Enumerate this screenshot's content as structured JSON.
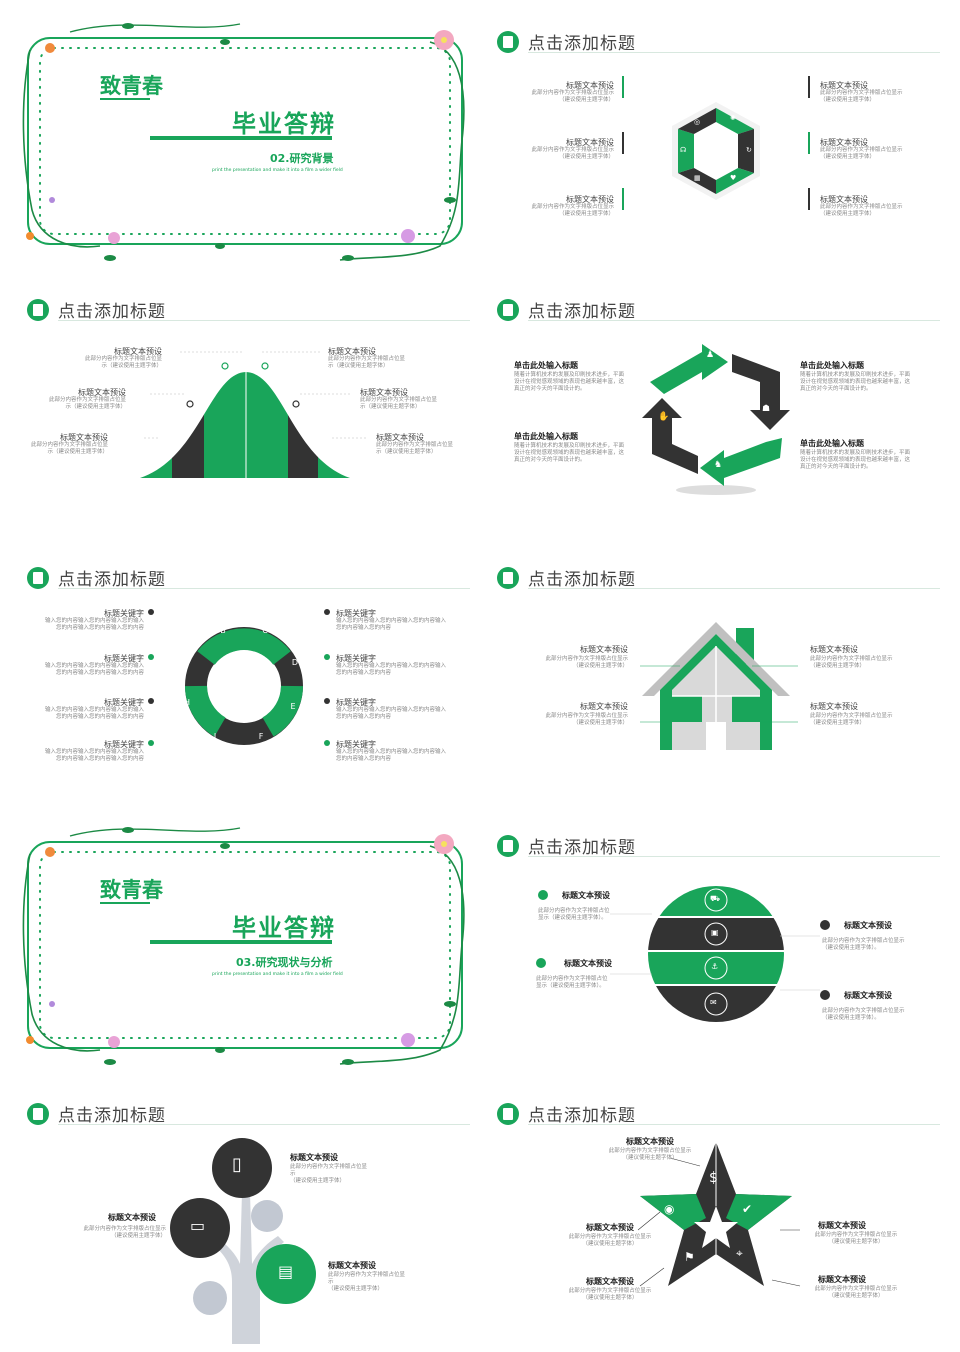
{
  "cover1": {
    "brand": "致青春",
    "title": "毕业答辩",
    "subtitle": "02.研究背景",
    "tagline": "print the presentation and make it into a film a wider field"
  },
  "cover2": {
    "brand": "致青春",
    "title": "毕业答辩",
    "subtitle": "03.研究现状与分析",
    "tagline": "print the presentation and make it into a film a wider field"
  },
  "header_title": "点击添加标题",
  "hexagon": {
    "items": [
      {
        "title": "标题文本预设",
        "desc": "此部分内容作为文字排版占位显示\n（建议使用主题字体）"
      },
      {
        "title": "标题文本预设",
        "desc": "此部分内容作为文字排版占位显示\n（建议使用主题字体）"
      },
      {
        "title": "标题文本预设",
        "desc": "此部分内容作为文字排版占位显示\n（建议使用主题字体）"
      },
      {
        "title": "标题文本预设",
        "desc": "此部分内容作为文字排版占位显示\n（建议使用主题字体）"
      },
      {
        "title": "标题文本预设",
        "desc": "此部分内容作为文字排版占位显示\n（建议使用主题字体）"
      },
      {
        "title": "标题文本预设",
        "desc": "此部分内容作为文字排版占位显示\n（建议使用主题字体）"
      }
    ]
  },
  "bell": {
    "items": [
      {
        "title": "标题文本预设",
        "desc": "此部分内容作为文字排版占位显\n示（建议使用主题字体）"
      },
      {
        "title": "标题文本预设",
        "desc": "此部分内容作为文字排版占位显\n示（建议使用主题字体）"
      },
      {
        "title": "标题文本预设",
        "desc": "此部分内容作为文字排版占位显\n示（建议使用主题字体）"
      },
      {
        "title": "标题文本预设",
        "desc": "此部分内容作为文字排版占位显\n示（建议使用主题字体）"
      },
      {
        "title": "标题文本预设",
        "desc": "此部分内容作为文字排版占位显\n示（建议使用主题字体）"
      },
      {
        "title": "标题文本预设",
        "desc": "此部分内容作为文字排版占位显\n示（建议使用主题字体）"
      }
    ]
  },
  "cycle": {
    "items": [
      {
        "title": "单击此处输入标题",
        "desc": "随着计算机技术的发展及印刷技术进步，平面\n设计在视觉感观领域的表现也越来越丰富，这\n真正的对今天的平面设计的。"
      },
      {
        "title": "单击此处输入标题",
        "desc": "随着计算机技术的发展及印刷技术进步，平面\n设计在视觉感观领域的表现也越来越丰富，这\n真正的对今天的平面设计的。"
      },
      {
        "title": "单击此处输入标题",
        "desc": "随着计算机技术的发展及印刷技术进步，平面\n设计在视觉感观领域的表现也越来越丰富，这\n真正的对今天的平面设计的。"
      },
      {
        "title": "单击此处输入标题",
        "desc": "随着计算机技术的发展及印刷技术进步，平面\n设计在视觉感观领域的表现也越来越丰富，这\n真正的对今天的平面设计的。"
      }
    ]
  },
  "chain": {
    "letters": [
      "A",
      "B",
      "C",
      "D",
      "E",
      "F",
      "J",
      "H"
    ],
    "items": [
      {
        "title": "标题关键字",
        "desc": "输入您的内容输入您的内容输入您的输入\n您的内容输入您的内容输入您的内容"
      },
      {
        "title": "标题关键字",
        "desc": "输入您的内容输入您的内容输入您的输入\n您的内容输入您的内容输入您的内容"
      },
      {
        "title": "标题关键字",
        "desc": "输入您的内容输入您的内容输入您的输入\n您的内容输入您的内容输入您的内容"
      },
      {
        "title": "标题关键字",
        "desc": "输入您的内容输入您的内容输入您的输入\n您的内容输入您的内容输入您的内容"
      },
      {
        "title": "标题关键字",
        "desc": "输入您的内容输入您的内容输入您的内容输入\n您的内容输入您的内容"
      },
      {
        "title": "标题关键字",
        "desc": "输入您的内容输入您的内容输入您的内容输入\n您的内容输入您的内容"
      },
      {
        "title": "标题关键字",
        "desc": "输入您的内容输入您的内容输入您的内容输入\n您的内容输入您的内容"
      },
      {
        "title": "标题关键字",
        "desc": "输入您的内容输入您的内容输入您的内容输入\n您的内容输入您的内容"
      }
    ]
  },
  "house": {
    "items": [
      {
        "title": "标题文本预设",
        "desc": "此部分内容作为文字排版占位显示\n（建议使用主题字体）"
      },
      {
        "title": "标题文本预设",
        "desc": "此部分内容作为文字排版占位显示\n（建议使用主题字体）"
      },
      {
        "title": "标题文本预设",
        "desc": "此部分内容作为文字排版占位显示\n（建议使用主题字体）"
      },
      {
        "title": "标题文本预设",
        "desc": "此部分内容作为文字排版占位显示\n（建议使用主题字体）"
      }
    ]
  },
  "stripes": {
    "items": [
      {
        "title": "标题文本预设",
        "desc": "此部分内容作为文字排版占位\n显示（建议使用主题字体）。"
      },
      {
        "title": "标题文本预设",
        "desc": "此部分内容作为文字排版占位\n显示（建议使用主题字体）。"
      },
      {
        "title": "标题文本预设",
        "desc": "此部分内容作为文字排版占位显示\n（建议使用主题字体）。"
      },
      {
        "title": "标题文本预设",
        "desc": "此部分内容作为文字排版占位显示\n（建议使用主题字体）。"
      }
    ]
  },
  "tree": {
    "items": [
      {
        "title": "标题文本预设",
        "desc": "此部分内容作为文字排版占位显\n示\n（建议使用主题字体）"
      },
      {
        "title": "标题文本预设",
        "desc": "此部分内容作为文字排版占位显示\n（建议使用主题字体）"
      },
      {
        "title": "标题文本预设",
        "desc": "此部分内容作为文字排版占位显\n示\n（建议使用主题字体）"
      }
    ]
  },
  "star": {
    "items": [
      {
        "title": "标题文本预设",
        "desc": "此部分内容作为文字排版占位显示\n（建议使用主题字体）"
      },
      {
        "title": "标题文本预设",
        "desc": "此部分内容作为文字排版占位显示\n（建议使用主题字体）"
      },
      {
        "title": "标题文本预设",
        "desc": "此部分内容作为文字排版占位显示\n（建议使用主题字体）"
      },
      {
        "title": "标题文本预设",
        "desc": "此部分内容作为文字排版占位显示\n（建议使用主题字体）"
      },
      {
        "title": "标题文本预设",
        "desc": "此部分内容作为文字排版占位显示\n（建议使用主题字体）"
      }
    ]
  },
  "colors": {
    "green": "#19a55a",
    "dark": "#333333",
    "gray": "#cfd3da"
  }
}
